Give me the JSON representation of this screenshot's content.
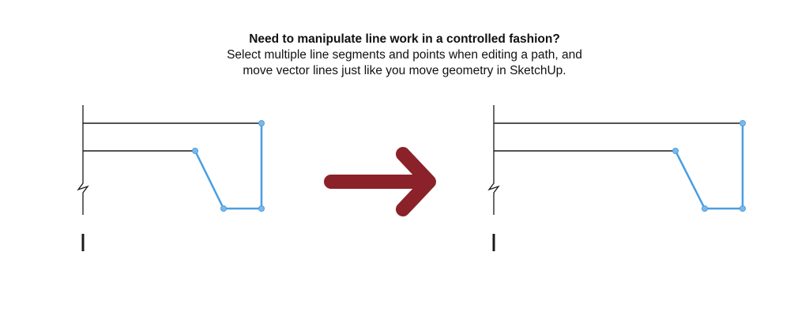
{
  "caption": {
    "headline": "Need to manipulate line work in a controlled fashion?",
    "body_line_1": "Select multiple line segments and points when editing a path, and",
    "body_line_2": "move vector lines just like you move geometry in SketchUp."
  },
  "colors": {
    "line_black": "#1a1a1a",
    "selected_blue": "#4a9ee0",
    "point_blue": "#7db8ec",
    "arrow_red": "#8b2229"
  },
  "icons": {
    "arrow": "right-arrow-icon"
  }
}
